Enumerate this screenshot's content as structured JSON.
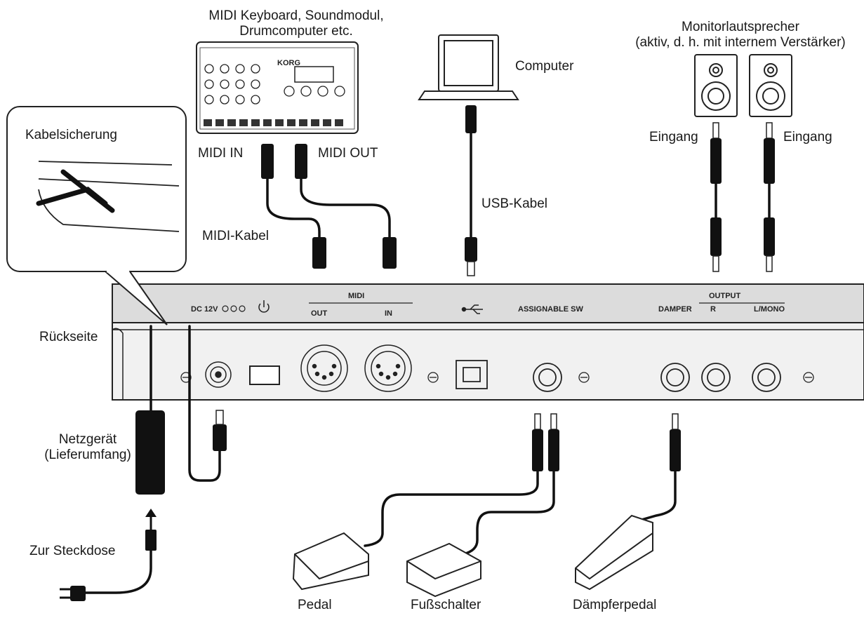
{
  "labels": {
    "midi_device": "MIDI Keyboard, Soundmodul,",
    "midi_device_2": "Drumcomputer etc.",
    "computer": "Computer",
    "monitor": "Monitorlautsprecher",
    "monitor_2": "(aktiv, d. h. mit internem Verstärker)",
    "kabelsicherung": "Kabelsicherung",
    "midi_in": "MIDI IN",
    "midi_out": "MIDI OUT",
    "eingang_left": "Eingang",
    "eingang_right": "Eingang",
    "usb_kabel": "USB-Kabel",
    "midi_kabel": "MIDI-Kabel",
    "rueckseite": "Rückseite",
    "netzgeraet": "Netzgerät",
    "netzgeraet_2": "(Lieferumfang)",
    "steckdose": "Zur Steckdose",
    "pedal": "Pedal",
    "fussschalter": "Fußschalter",
    "daempferpedal": "Dämpferpedal"
  },
  "panel": {
    "dc": "DC 12V",
    "midi": "MIDI",
    "out": "OUT",
    "in": "IN",
    "assignable": "ASSIGNABLE SW",
    "damper": "DAMPER",
    "output": "OUTPUT",
    "r": "R",
    "lmono": "L/MONO"
  },
  "device_brand": "KORG",
  "icons": [
    "power-icon",
    "usb-icon",
    "dc-polarity-icon"
  ]
}
